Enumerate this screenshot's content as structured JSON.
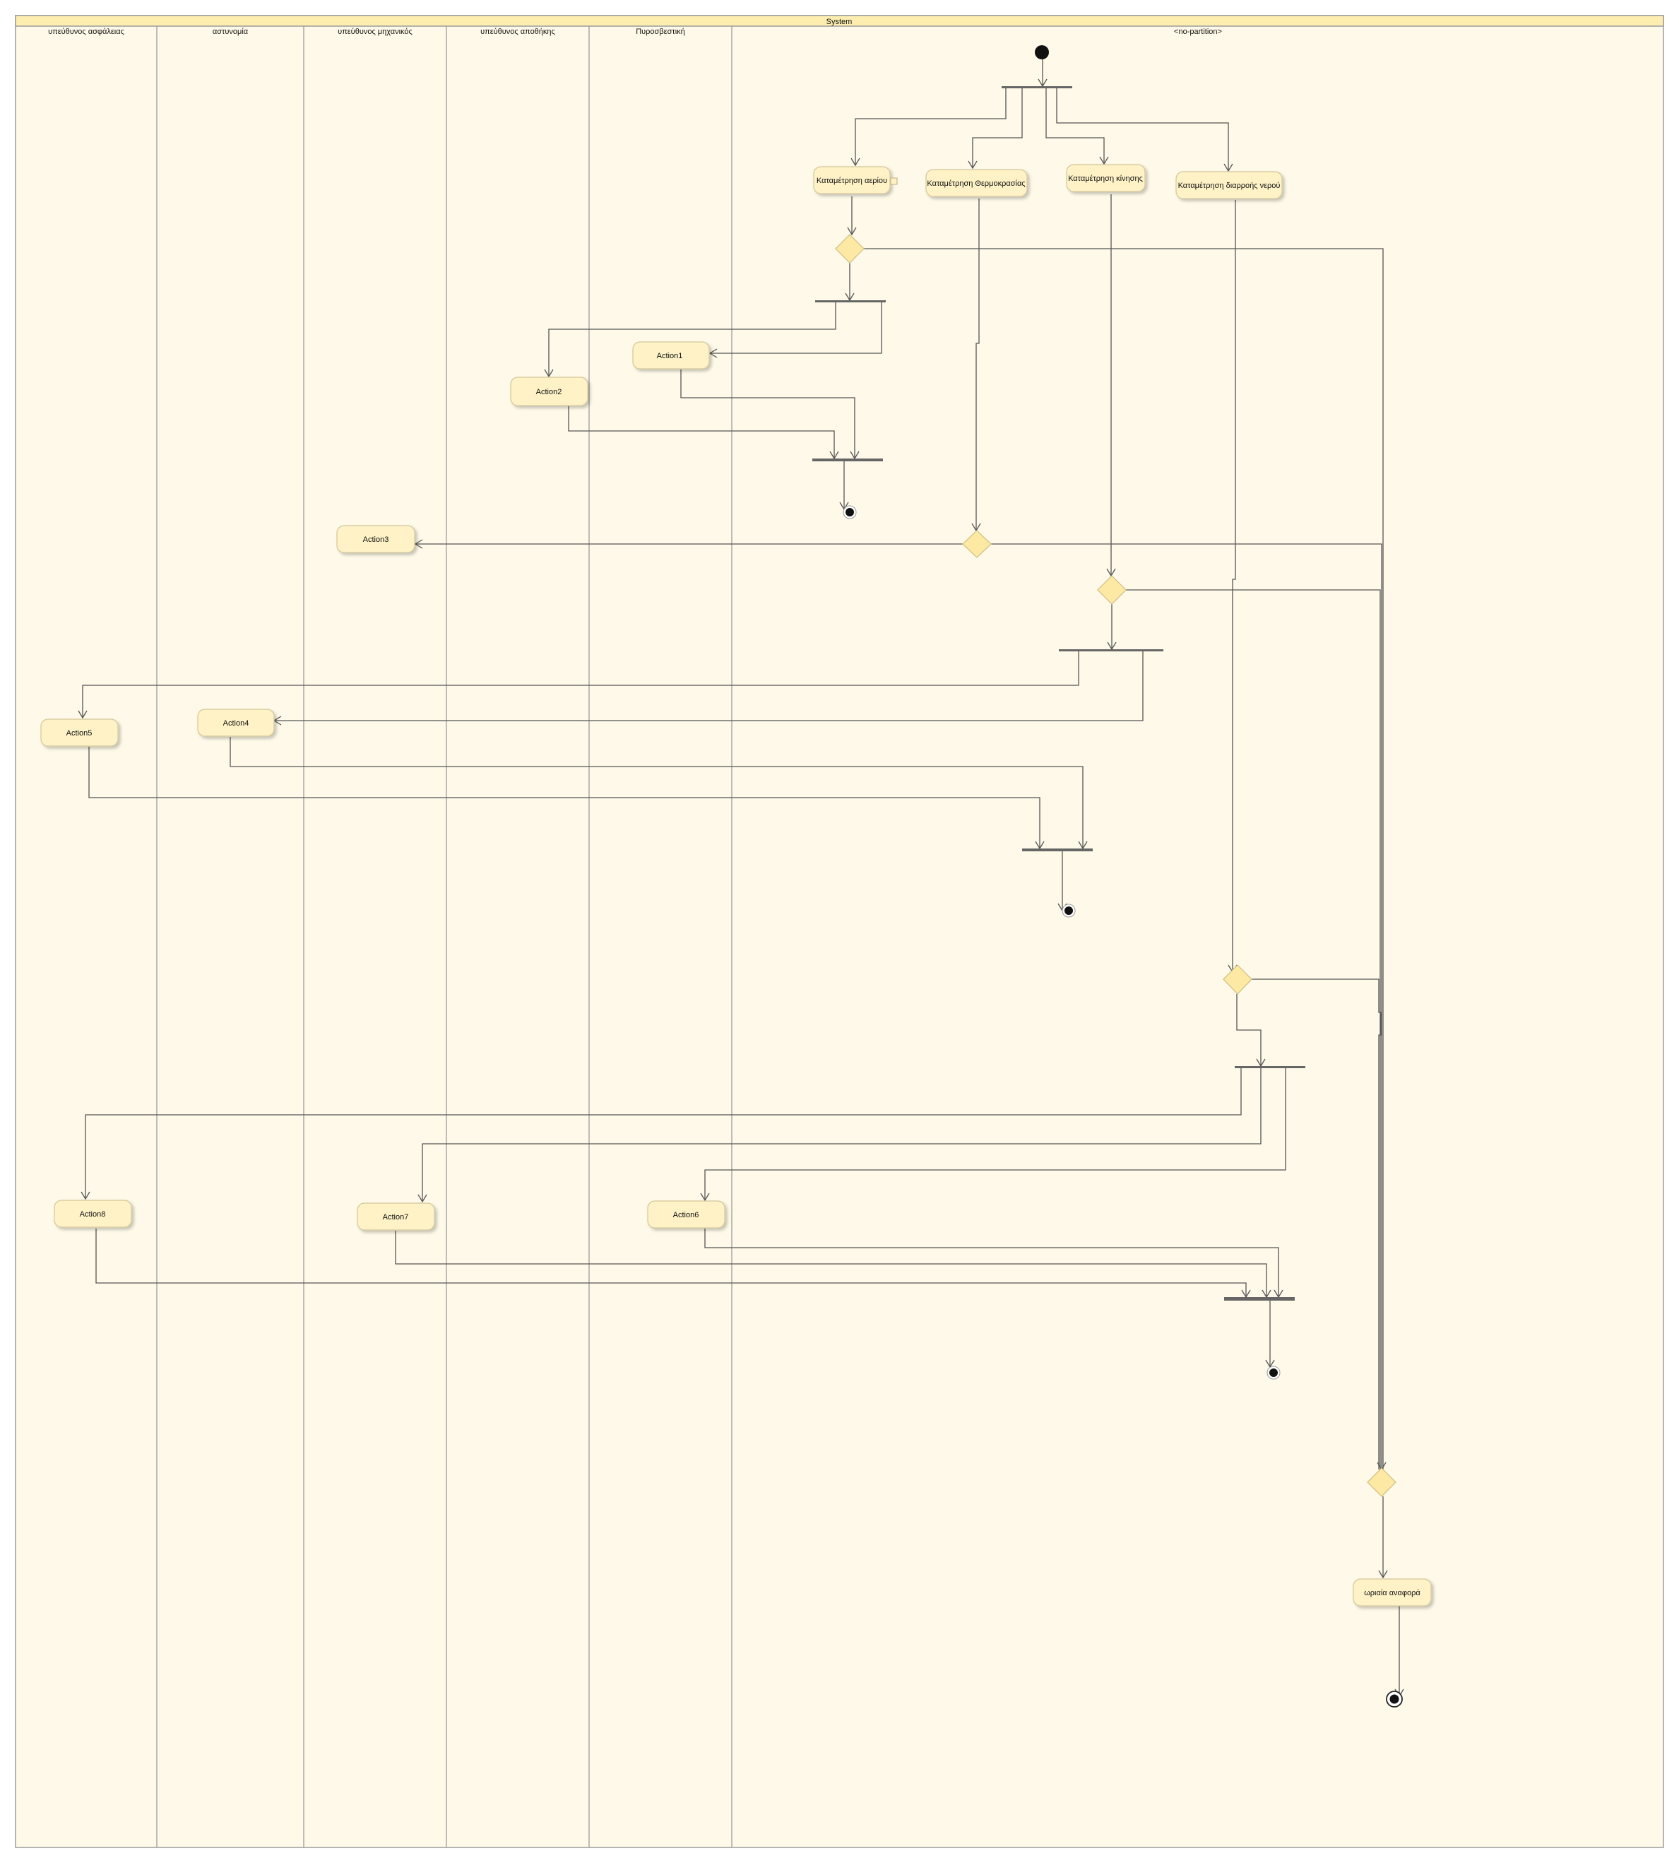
{
  "frame": {
    "title": "System"
  },
  "lanes": [
    {
      "label": "υπεύθυνος ασφάλειας"
    },
    {
      "label": "αστυνομία"
    },
    {
      "label": "υπεύθυνος μηχανικός"
    },
    {
      "label": "υπεύθυνος αποθήκης"
    },
    {
      "label": "Πυροσβεστική"
    },
    {
      "label": "<no-partition>"
    }
  ],
  "actions": {
    "gas": "Καταμέτρηση αερίου",
    "temp": "Καταμέτρηση Θερμοκρασίας",
    "motion": "Καταμέτρηση κίνησης",
    "leak": "Καταμέτρηση διαρροής νερού",
    "a1": "Action1",
    "a2": "Action2",
    "a3": "Action3",
    "a4": "Action4",
    "a5": "Action5",
    "a6": "Action6",
    "a7": "Action7",
    "a8": "Action8",
    "report": "ωριαία αναφορά"
  },
  "colors": {
    "frame_fill": "#fef9e8",
    "header_fill": "#fdeeaf",
    "node_fill": "#fef2c6",
    "diamond_fill": "#fde9a4",
    "line": "#555555",
    "bar": "#666666",
    "dot": "#111111"
  }
}
